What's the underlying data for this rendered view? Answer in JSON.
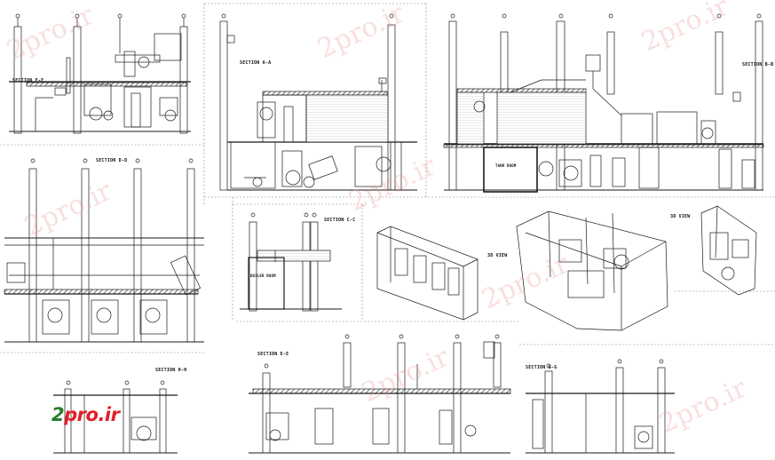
{
  "drawing": {
    "sections": [
      {
        "id": "ff",
        "title": "SECTION F-F"
      },
      {
        "id": "aa",
        "title": "SECTION A-A"
      },
      {
        "id": "bb",
        "title": "SECTION B-B"
      },
      {
        "id": "dd",
        "title": "SECTION D-D"
      },
      {
        "id": "cc",
        "title": "SECTION C-C"
      },
      {
        "id": "iso",
        "title": "3D VIEW"
      },
      {
        "id": "view",
        "title": "3D VIEW"
      },
      {
        "id": "hh",
        "title": "SECTION H-H"
      },
      {
        "id": "ee",
        "title": "SECTION E-E"
      },
      {
        "id": "gg",
        "title": "SECTION G-G"
      }
    ],
    "tags": {
      "boiler_room": "BOILER ROOM",
      "tank_room": "TANK ROOM"
    }
  },
  "watermarks": [
    "2pro.ir",
    "2pro.ir",
    "2pro.ir",
    "2pro.ir",
    "2pro.ir",
    "2pro.ir",
    "2pro.ir",
    "2pro.ir"
  ],
  "logo": {
    "prefix": "2",
    "rest": "pro.ir"
  },
  "colors": {
    "line": "#1a1a1a",
    "gridline": "#b0b0b0",
    "watermark": "#eb9696",
    "logo_red": "#e0202a",
    "logo_green": "#2a7d2e"
  }
}
